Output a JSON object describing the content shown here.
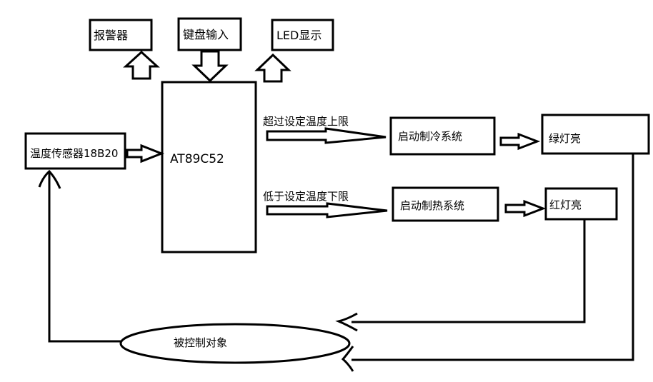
{
  "boxes": {
    "alarm": "报警器",
    "keyboard": "键盘输入",
    "led": "LED显示",
    "sensor": "温度传感器18B20",
    "mcu": "AT89C52",
    "cooling": "启动制冷系统",
    "heating": "启动制热系统",
    "green_light": "绿灯亮",
    "red_light": "红灯亮",
    "controlled_object": "被控制对象"
  },
  "conditions": {
    "above": "超过设定温度上限",
    "below": "低于设定温度下限"
  }
}
